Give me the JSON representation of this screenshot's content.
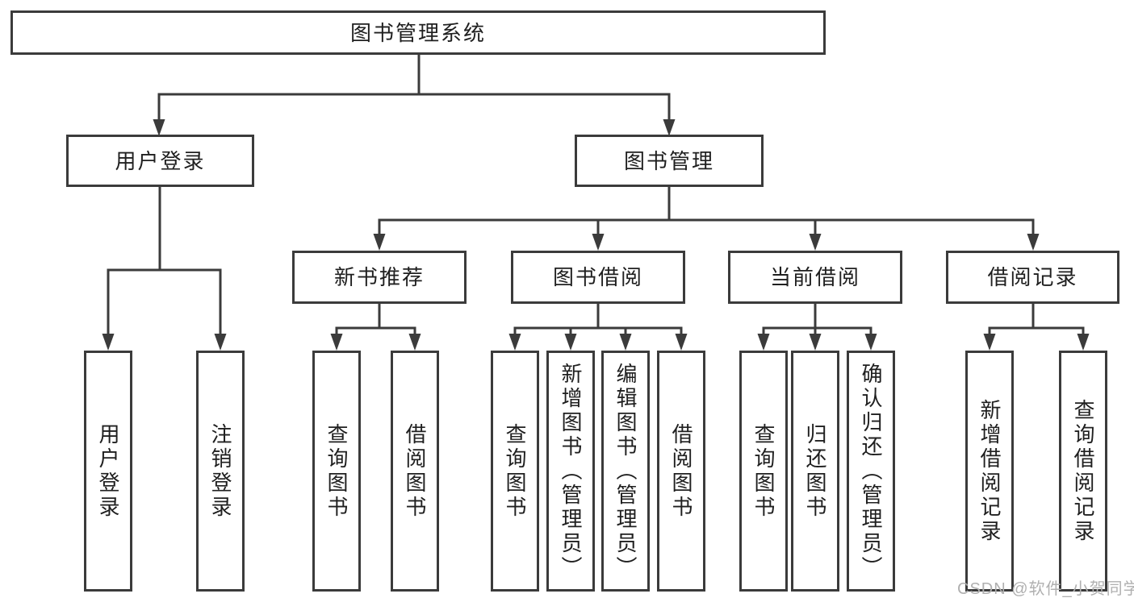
{
  "diagram_title": "图书管理系统",
  "colors": {
    "line": "#3b3b3b",
    "box_border": "#3b3b3b",
    "box_background": "#ffffff",
    "label_text": "#1f1f1f",
    "page_background": "#ffffff",
    "watermark": "#b0b0b0"
  },
  "watermark": {
    "text": "CSDN @软件_小贺同学"
  },
  "tree": {
    "root": {
      "label": "图书管理系统",
      "children": [
        {
          "label": "用户登录",
          "children": [
            {
              "label": "用户登录"
            },
            {
              "label": "注销登录"
            }
          ]
        },
        {
          "label": "图书管理",
          "children": [
            {
              "label": "新书推荐",
              "children": [
                {
                  "label": "查询图书"
                },
                {
                  "label": "借阅图书"
                }
              ]
            },
            {
              "label": "图书借阅",
              "children": [
                {
                  "label": "查询图书"
                },
                {
                  "label": "新增图书（管理员）"
                },
                {
                  "label": "编辑图书（管理员）"
                },
                {
                  "label": "借阅图书"
                }
              ]
            },
            {
              "label": "当前借阅",
              "children": [
                {
                  "label": "查询图书"
                },
                {
                  "label": "归还图书"
                },
                {
                  "label": "确认归还（管理员）"
                }
              ]
            },
            {
              "label": "借阅记录",
              "children": [
                {
                  "label": "新增借阅记录"
                },
                {
                  "label": "查询借阅记录"
                }
              ]
            }
          ]
        }
      ]
    }
  }
}
